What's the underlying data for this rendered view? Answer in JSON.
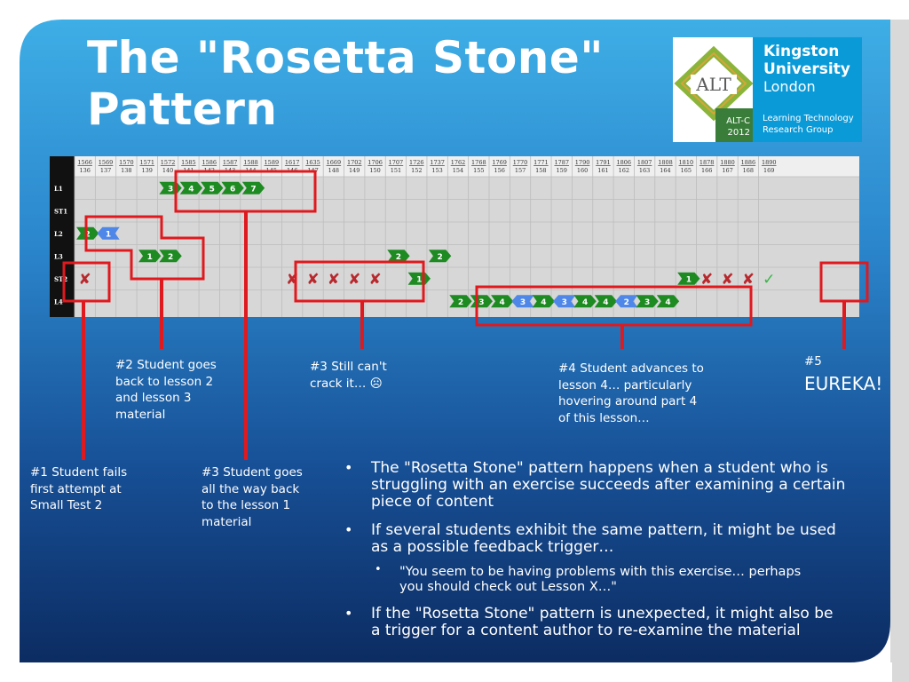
{
  "title": "The \"Rosetta Stone\" Pattern",
  "title_lines": [
    "The \"Rosetta Stone\"",
    "Pattern"
  ],
  "logo": {
    "alt_mark": "ALT",
    "alt_event_line1": "ALT-C",
    "alt_event_line2": "2012",
    "university_line1": "Kingston",
    "university_line2": "University",
    "university_line3": "London",
    "group_line1": "Learning Technology",
    "group_line2": "Research Group"
  },
  "chart": {
    "row_labels": [
      "L1",
      "ST1",
      "L2",
      "L3",
      "ST2",
      "L4"
    ],
    "columns": [
      {
        "id": "1566",
        "n": "136"
      },
      {
        "id": "1569",
        "n": "137"
      },
      {
        "id": "1570",
        "n": "138"
      },
      {
        "id": "1571",
        "n": "139"
      },
      {
        "id": "1572",
        "n": "140"
      },
      {
        "id": "1585",
        "n": "141"
      },
      {
        "id": "1586",
        "n": "142"
      },
      {
        "id": "1587",
        "n": "143"
      },
      {
        "id": "1588",
        "n": "144"
      },
      {
        "id": "1589",
        "n": "145"
      },
      {
        "id": "1617",
        "n": "146"
      },
      {
        "id": "1635",
        "n": "147"
      },
      {
        "id": "1669",
        "n": "148"
      },
      {
        "id": "1702",
        "n": "149"
      },
      {
        "id": "1706",
        "n": "150"
      },
      {
        "id": "1707",
        "n": "151"
      },
      {
        "id": "1726",
        "n": "152"
      },
      {
        "id": "1737",
        "n": "153"
      },
      {
        "id": "1762",
        "n": "154"
      },
      {
        "id": "1768",
        "n": "155"
      },
      {
        "id": "1769",
        "n": "156"
      },
      {
        "id": "1770",
        "n": "157"
      },
      {
        "id": "1771",
        "n": "158"
      },
      {
        "id": "1787",
        "n": "159"
      },
      {
        "id": "1790",
        "n": "160"
      },
      {
        "id": "1791",
        "n": "161"
      },
      {
        "id": "1806",
        "n": "162"
      },
      {
        "id": "1807",
        "n": "163"
      },
      {
        "id": "1808",
        "n": "164"
      },
      {
        "id": "1810",
        "n": "165"
      },
      {
        "id": "1878",
        "n": "166"
      },
      {
        "id": "1880",
        "n": "167"
      },
      {
        "id": "1886",
        "n": "168"
      },
      {
        "id": "1890",
        "n": "169"
      }
    ],
    "cells": [
      {
        "row": 0,
        "col": 5,
        "type": "green",
        "label": "3"
      },
      {
        "row": 0,
        "col": 6,
        "type": "green",
        "label": "4"
      },
      {
        "row": 0,
        "col": 7,
        "type": "green",
        "label": "5"
      },
      {
        "row": 0,
        "col": 8,
        "type": "green",
        "label": "6"
      },
      {
        "row": 0,
        "col": 9,
        "type": "green",
        "label": "7"
      },
      {
        "row": 2,
        "col": 1,
        "type": "green",
        "label": "2"
      },
      {
        "row": 2,
        "col": 2,
        "type": "blue",
        "label": "1"
      },
      {
        "row": 3,
        "col": 4,
        "type": "green",
        "label": "1"
      },
      {
        "row": 3,
        "col": 5,
        "type": "green",
        "label": "2"
      },
      {
        "row": 3,
        "col": 16,
        "type": "green",
        "label": "2"
      },
      {
        "row": 3,
        "col": 18,
        "type": "green",
        "label": "2"
      },
      {
        "row": 4,
        "col": 1,
        "type": "fail",
        "label": "✘"
      },
      {
        "row": 4,
        "col": 11,
        "type": "fail",
        "label": "✘"
      },
      {
        "row": 4,
        "col": 12,
        "type": "fail",
        "label": "✘"
      },
      {
        "row": 4,
        "col": 13,
        "type": "fail",
        "label": "✘"
      },
      {
        "row": 4,
        "col": 14,
        "type": "fail",
        "label": "✘"
      },
      {
        "row": 4,
        "col": 15,
        "type": "fail",
        "label": "✘"
      },
      {
        "row": 4,
        "col": 17,
        "type": "green",
        "label": "1"
      },
      {
        "row": 4,
        "col": 30,
        "type": "green",
        "label": "1"
      },
      {
        "row": 4,
        "col": 31,
        "type": "fail",
        "label": "✘"
      },
      {
        "row": 4,
        "col": 32,
        "type": "fail",
        "label": "✘"
      },
      {
        "row": 4,
        "col": 33,
        "type": "fail",
        "label": "✘"
      },
      {
        "row": 4,
        "col": 34,
        "type": "pass",
        "label": "✓"
      },
      {
        "row": 5,
        "col": 19,
        "type": "green",
        "label": "2"
      },
      {
        "row": 5,
        "col": 20,
        "type": "green",
        "label": "3"
      },
      {
        "row": 5,
        "col": 21,
        "type": "green",
        "label": "4"
      },
      {
        "row": 5,
        "col": 22,
        "type": "blue",
        "label": "3"
      },
      {
        "row": 5,
        "col": 23,
        "type": "green",
        "label": "4"
      },
      {
        "row": 5,
        "col": 24,
        "type": "blue",
        "label": "3"
      },
      {
        "row": 5,
        "col": 25,
        "type": "green",
        "label": "4"
      },
      {
        "row": 5,
        "col": 26,
        "type": "green",
        "label": "4"
      },
      {
        "row": 5,
        "col": 27,
        "type": "blue",
        "label": "2"
      },
      {
        "row": 5,
        "col": 28,
        "type": "green",
        "label": "3"
      },
      {
        "row": 5,
        "col": 29,
        "type": "green",
        "label": "4"
      }
    ]
  },
  "annotations": {
    "a1": [
      "#1 Student fails",
      "first attempt at",
      "Small Test 2"
    ],
    "a2": [
      "#2 Student goes",
      "back to lesson 2",
      "and lesson 3",
      "material"
    ],
    "a3top": [
      "#3 Still can't",
      "crack it… ☹"
    ],
    "a3bottom": [
      "#3 Student goes",
      "all the way back",
      "to the lesson 1",
      "material"
    ],
    "a4": [
      "#4 Student advances to",
      "lesson 4… particularly",
      "hovering around part 4",
      "of this lesson…"
    ],
    "a5": "#5",
    "eureka": "EUREKA!"
  },
  "bullets": {
    "b1": [
      "The \"Rosetta Stone\" pattern happens when a student who is",
      "struggling with an exercise succeeds after examining a certain",
      "piece of content"
    ],
    "b2": [
      "If several students exhibit the same pattern, it might be used",
      "as a possible feedback trigger…"
    ],
    "b2sub": [
      "\"You seem to be having problems with this exercise… perhaps",
      "you should check out Lesson X…\""
    ],
    "b3": [
      "If the \"Rosetta Stone\" pattern is unexpected, it might also be",
      "a trigger for a content author to re-examine the material"
    ]
  },
  "colors": {
    "background_top": "#3aa8e0",
    "background_bottom": "#0b2c63",
    "highlight_red": "#e0191e",
    "green_marker": "#1e8a22",
    "blue_marker": "#4f87e8",
    "fail_red": "#b8282d",
    "pass_green": "#39b54a"
  }
}
